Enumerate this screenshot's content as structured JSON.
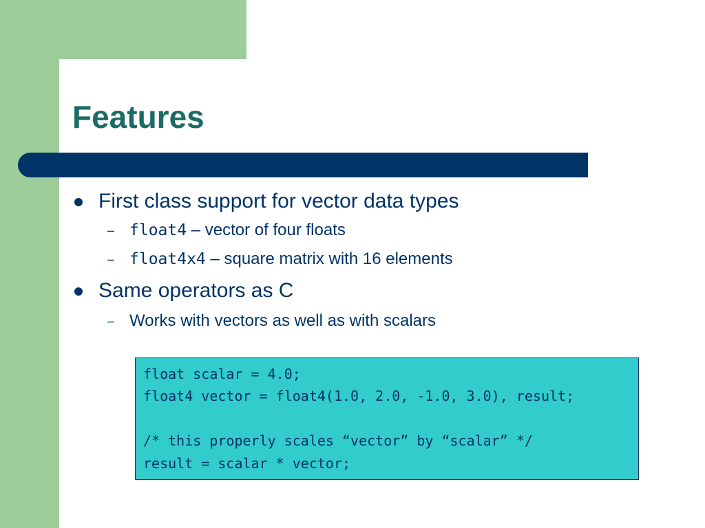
{
  "slide": {
    "title": "Features",
    "bullets": [
      {
        "text": "First class support for vector data types",
        "subitems": [
          {
            "code": "float4",
            "text": " – vector of four floats"
          },
          {
            "code": "float4x4",
            "text": " – square matrix with 16 elements"
          }
        ]
      },
      {
        "text": "Same operators as C",
        "subitems": [
          {
            "code": "",
            "text": "Works with vectors as well as with scalars"
          }
        ]
      }
    ],
    "code_block": [
      "float scalar = 4.0;",
      "float4 vector = float4(1.0, 2.0, -1.0, 3.0), result;",
      "",
      "/* this properly scales “vector” by “scalar” */",
      "result = scalar * vector;"
    ],
    "sub_dash": "–"
  },
  "colors": {
    "accent_green": "#9dcd98",
    "title_teal": "#1b6b66",
    "navy": "#003366",
    "code_bg": "#33cccc"
  }
}
